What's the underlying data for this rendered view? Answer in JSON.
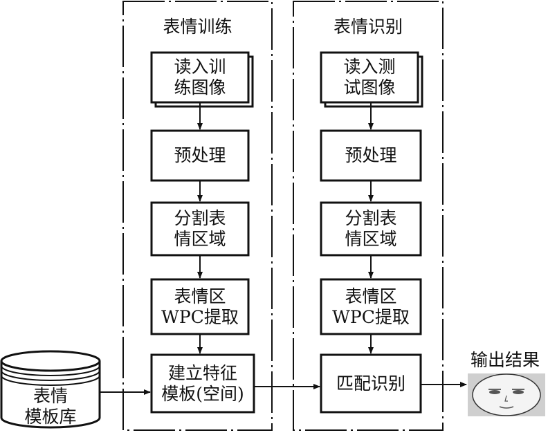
{
  "training": {
    "title": "表情训练",
    "steps": [
      [
        "读入训",
        "练图像"
      ],
      [
        "预处理"
      ],
      [
        "分割表",
        "情区域"
      ],
      [
        "表情区",
        "WPC提取"
      ],
      [
        "建立特征",
        "模板(空间)"
      ]
    ]
  },
  "recognition": {
    "title": "表情识别",
    "steps": [
      [
        "读入测",
        "试图像"
      ],
      [
        "预处理"
      ],
      [
        "分割表",
        "情区域"
      ],
      [
        "表情区",
        "WPC提取"
      ],
      [
        "匹配识别"
      ]
    ]
  },
  "database": {
    "lines": [
      "表情",
      "模板库"
    ]
  },
  "output": {
    "label": "输出结果",
    "icon": "face-icon"
  }
}
